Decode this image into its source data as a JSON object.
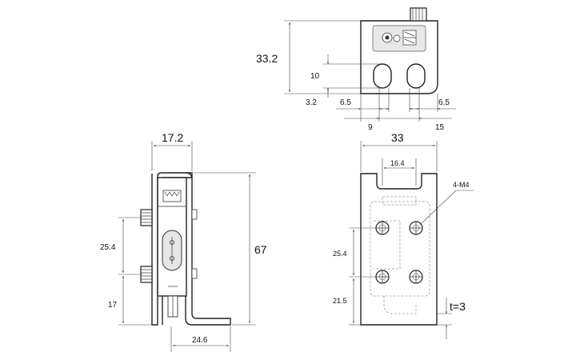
{
  "top_view": {
    "dims": {
      "height": "33.2",
      "slot_pitch": "10",
      "base_offset": "3.2",
      "left_edge": "6.5",
      "right_edge": "6.5",
      "slot_spacing": "9",
      "right_span": "15"
    }
  },
  "side_view": {
    "dims": {
      "width": "17.2",
      "height": "67",
      "mount_pitch": "25.4",
      "lower": "17",
      "foot": "24.6"
    }
  },
  "bracket_view": {
    "dims": {
      "width": "33",
      "inner": "16.4",
      "hole_spec": "4-M4",
      "hole_pitch": "25.4",
      "bottom": "21.5",
      "thickness": "t=3"
    }
  }
}
